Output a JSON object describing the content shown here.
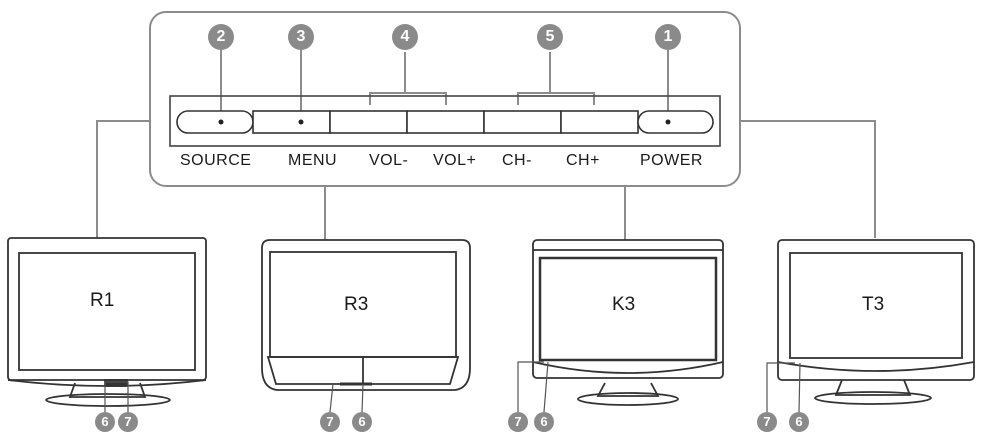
{
  "panel": {
    "callouts": {
      "source": "2",
      "menu": "3",
      "volume": "4",
      "channel": "5",
      "power": "1"
    },
    "buttons": {
      "source": "SOURCE",
      "menu": "MENU",
      "vol_down": "VOL-",
      "vol_up": "VOL+",
      "ch_down": "CH-",
      "ch_up": "CH+",
      "power": "POWER"
    }
  },
  "models": [
    {
      "name": "R1",
      "callouts": [
        "6",
        "7"
      ]
    },
    {
      "name": "R3",
      "callouts": [
        "7",
        "6"
      ]
    },
    {
      "name": "K3",
      "callouts": [
        "7",
        "6"
      ]
    },
    {
      "name": "T3",
      "callouts": [
        "7",
        "6"
      ]
    }
  ]
}
